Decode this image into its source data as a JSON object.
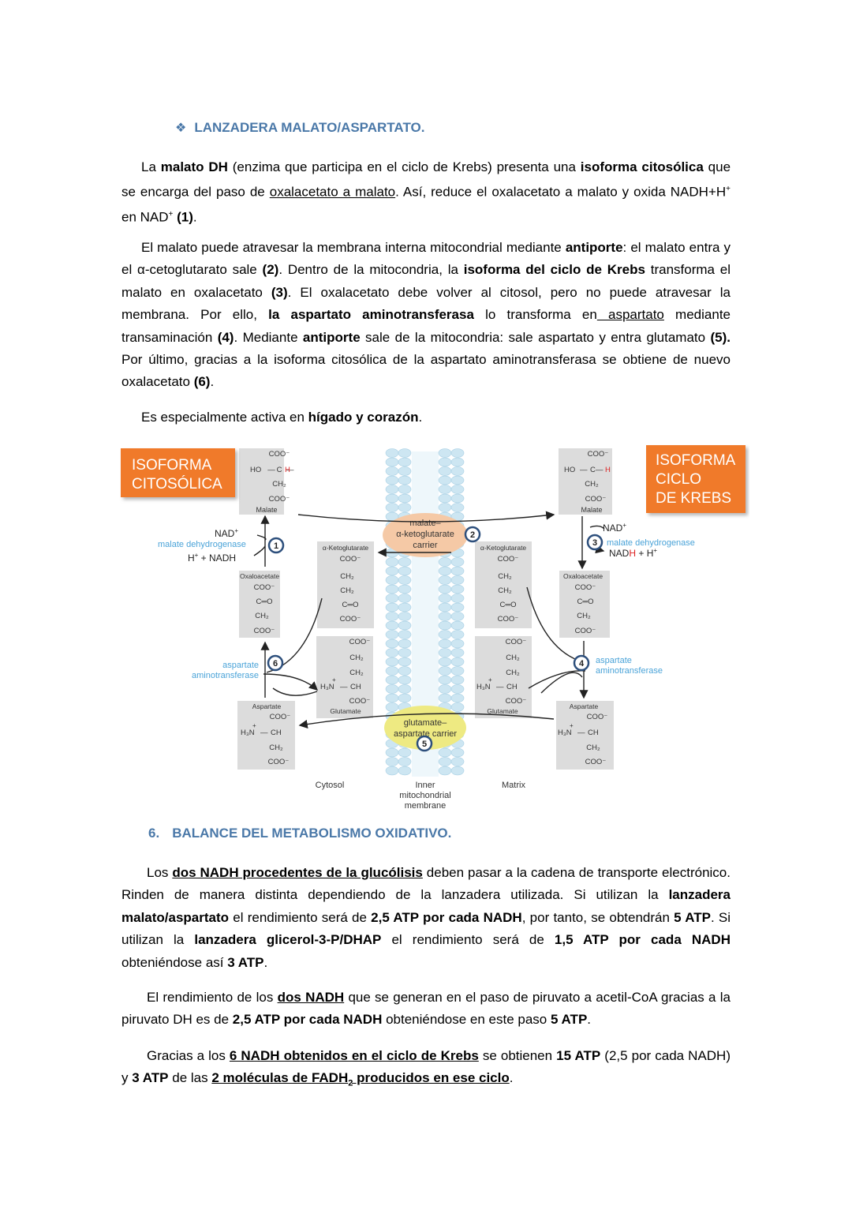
{
  "section1": {
    "bullet_icon": "diamond-bullet-icon",
    "title": "LANZADERA MALATO/ASPARTATO."
  },
  "para1": {
    "t1": "La ",
    "b1": "malato DH",
    "t2": " (enzima que participa en el ciclo de Krebs) presenta una ",
    "b2": "isoforma citosólica",
    "t3": " que se encarga del paso de ",
    "u1": "oxalacetato a malato",
    "t4": ". Así, reduce el oxalacetato a malato y oxida NADH+H",
    "sup1": "+",
    "t5": " en NAD",
    "sup2": "+",
    "t6": " ",
    "b3": "(1)",
    "t7": "."
  },
  "para2": {
    "t1": "El malato puede atravesar la membrana interna mitocondrial mediante ",
    "b1": "antiporte",
    "t2": ": el malato entra y el α-cetoglutarato sale ",
    "b2": "(2)",
    "t3": ". Dentro de la mitocondria, la ",
    "b3": "isoforma del ciclo de Krebs",
    "t4": " transforma el malato en oxalacetato ",
    "b4": "(3)",
    "t5": ". El oxalacetato debe volver al citosol, pero no puede atravesar la membrana. Por ello, ",
    "b5": "la aspartato aminotransferasa",
    "t6": " lo transforma en",
    "u1": " aspartato",
    "t7": " mediante transaminación ",
    "b6": "(4)",
    "t8": ". Mediante ",
    "b7": "antiporte",
    "t9": " sale de la mitocondria: sale aspartato y entra glutamato ",
    "b8": "(5).",
    "t10": " Por último, gracias a la isoforma citosólica de la aspartato aminotransferasa se obtiene de nuevo oxalacetato ",
    "b9": "(6)",
    "t11": "."
  },
  "para3": {
    "t1": "Es especialmente activa en ",
    "b1": "hígado y corazón",
    "t2": "."
  },
  "diagram": {
    "box_left_line1": "ISOFORMA",
    "box_left_line2": "CITOSÓLICA",
    "box_right_line1": "ISOFORMA",
    "box_right_line2": "CICLO",
    "box_right_line3": "DE KREBS",
    "orange": "#f07a2a",
    "blue_label": "#4aa3d8",
    "carrier1_line1": "malate–",
    "carrier1_line2": "α-ketoglutarate",
    "carrier1_line3": "carrier",
    "carrier2_line1": "glutamate–",
    "carrier2_line2": "aspartate carrier",
    "enzyme_mdh": "malate dehydrogenase",
    "enzyme_aat_1": "aspartate",
    "enzyme_aat_2": "aminotransferase",
    "nad_plus": "NAD",
    "h_nadh_a": "H",
    "h_nadh_b": " + NADH",
    "nadh_red": "H",
    "nadh_a": "NAD",
    "h_plus": " + H",
    "steps": [
      "1",
      "2",
      "3",
      "4",
      "5",
      "6"
    ],
    "names": {
      "malate": "Malate",
      "oxaloacetate": "Oxaloacetate",
      "aspartate": "Aspartate",
      "akg": "α-Ketoglutarate",
      "glutamate": "Glutamate"
    },
    "chem": {
      "coo": "COO⁻",
      "ho": "HO",
      "c": "C",
      "h": "H",
      "ch2": "CH₂",
      "co": "C═O",
      "h3n": "H₃N",
      "ch": "CH",
      "plus": "+"
    },
    "label_cytosol": "Cytosol",
    "label_membrane_1": "Inner",
    "label_membrane_2": "mitochondrial",
    "label_membrane_3": "membrane",
    "label_matrix": "Matrix"
  },
  "section2": {
    "number": "6.",
    "title": "BALANCE DEL METABOLISMO OXIDATIVO."
  },
  "para4": {
    "t1": "Los ",
    "bu1": "dos NADH procedentes de la glucólisis",
    "t2": " deben pasar a la cadena de transporte electrónico. Rinden de manera distinta dependiendo de la lanzadera utilizada. Si utilizan la ",
    "b1": "lanzadera malato/aspartato",
    "t3": " el rendimiento será de ",
    "b2": "2,5 ATP por cada NADH",
    "t4": ", por tanto, se obtendrán ",
    "b3": "5 ATP",
    "t5": ". Si utilizan la ",
    "b4": "lanzadera glicerol-3-P/DHAP",
    "t6": " el rendimiento será de ",
    "b5": "1,5 ATP por cada NADH",
    "t7": " obteniéndose así ",
    "b6": "3 ATP",
    "t8": "."
  },
  "para5": {
    "t1": "El rendimiento de los ",
    "bu1": "dos NADH",
    "t2": " que se generan en el paso de piruvato a acetil-CoA gracias a la piruvato DH es de ",
    "b1": "2,5 ATP por cada NADH",
    "t3": " obteniéndose en este paso ",
    "b2": "5 ATP",
    "t4": "."
  },
  "para6": {
    "t1": "Gracias a los ",
    "bu1": "6 NADH obtenidos en el ciclo de Krebs",
    "t2": " se obtienen ",
    "b1": "15 ATP",
    "t3": " (2,5 por cada NADH) y ",
    "b2": "3 ATP",
    "t4": " de las ",
    "bu2a": "2 moléculas de FADH",
    "bu2sub": "2",
    "bu2b": " producidos en ese ciclo",
    "t5": "."
  }
}
